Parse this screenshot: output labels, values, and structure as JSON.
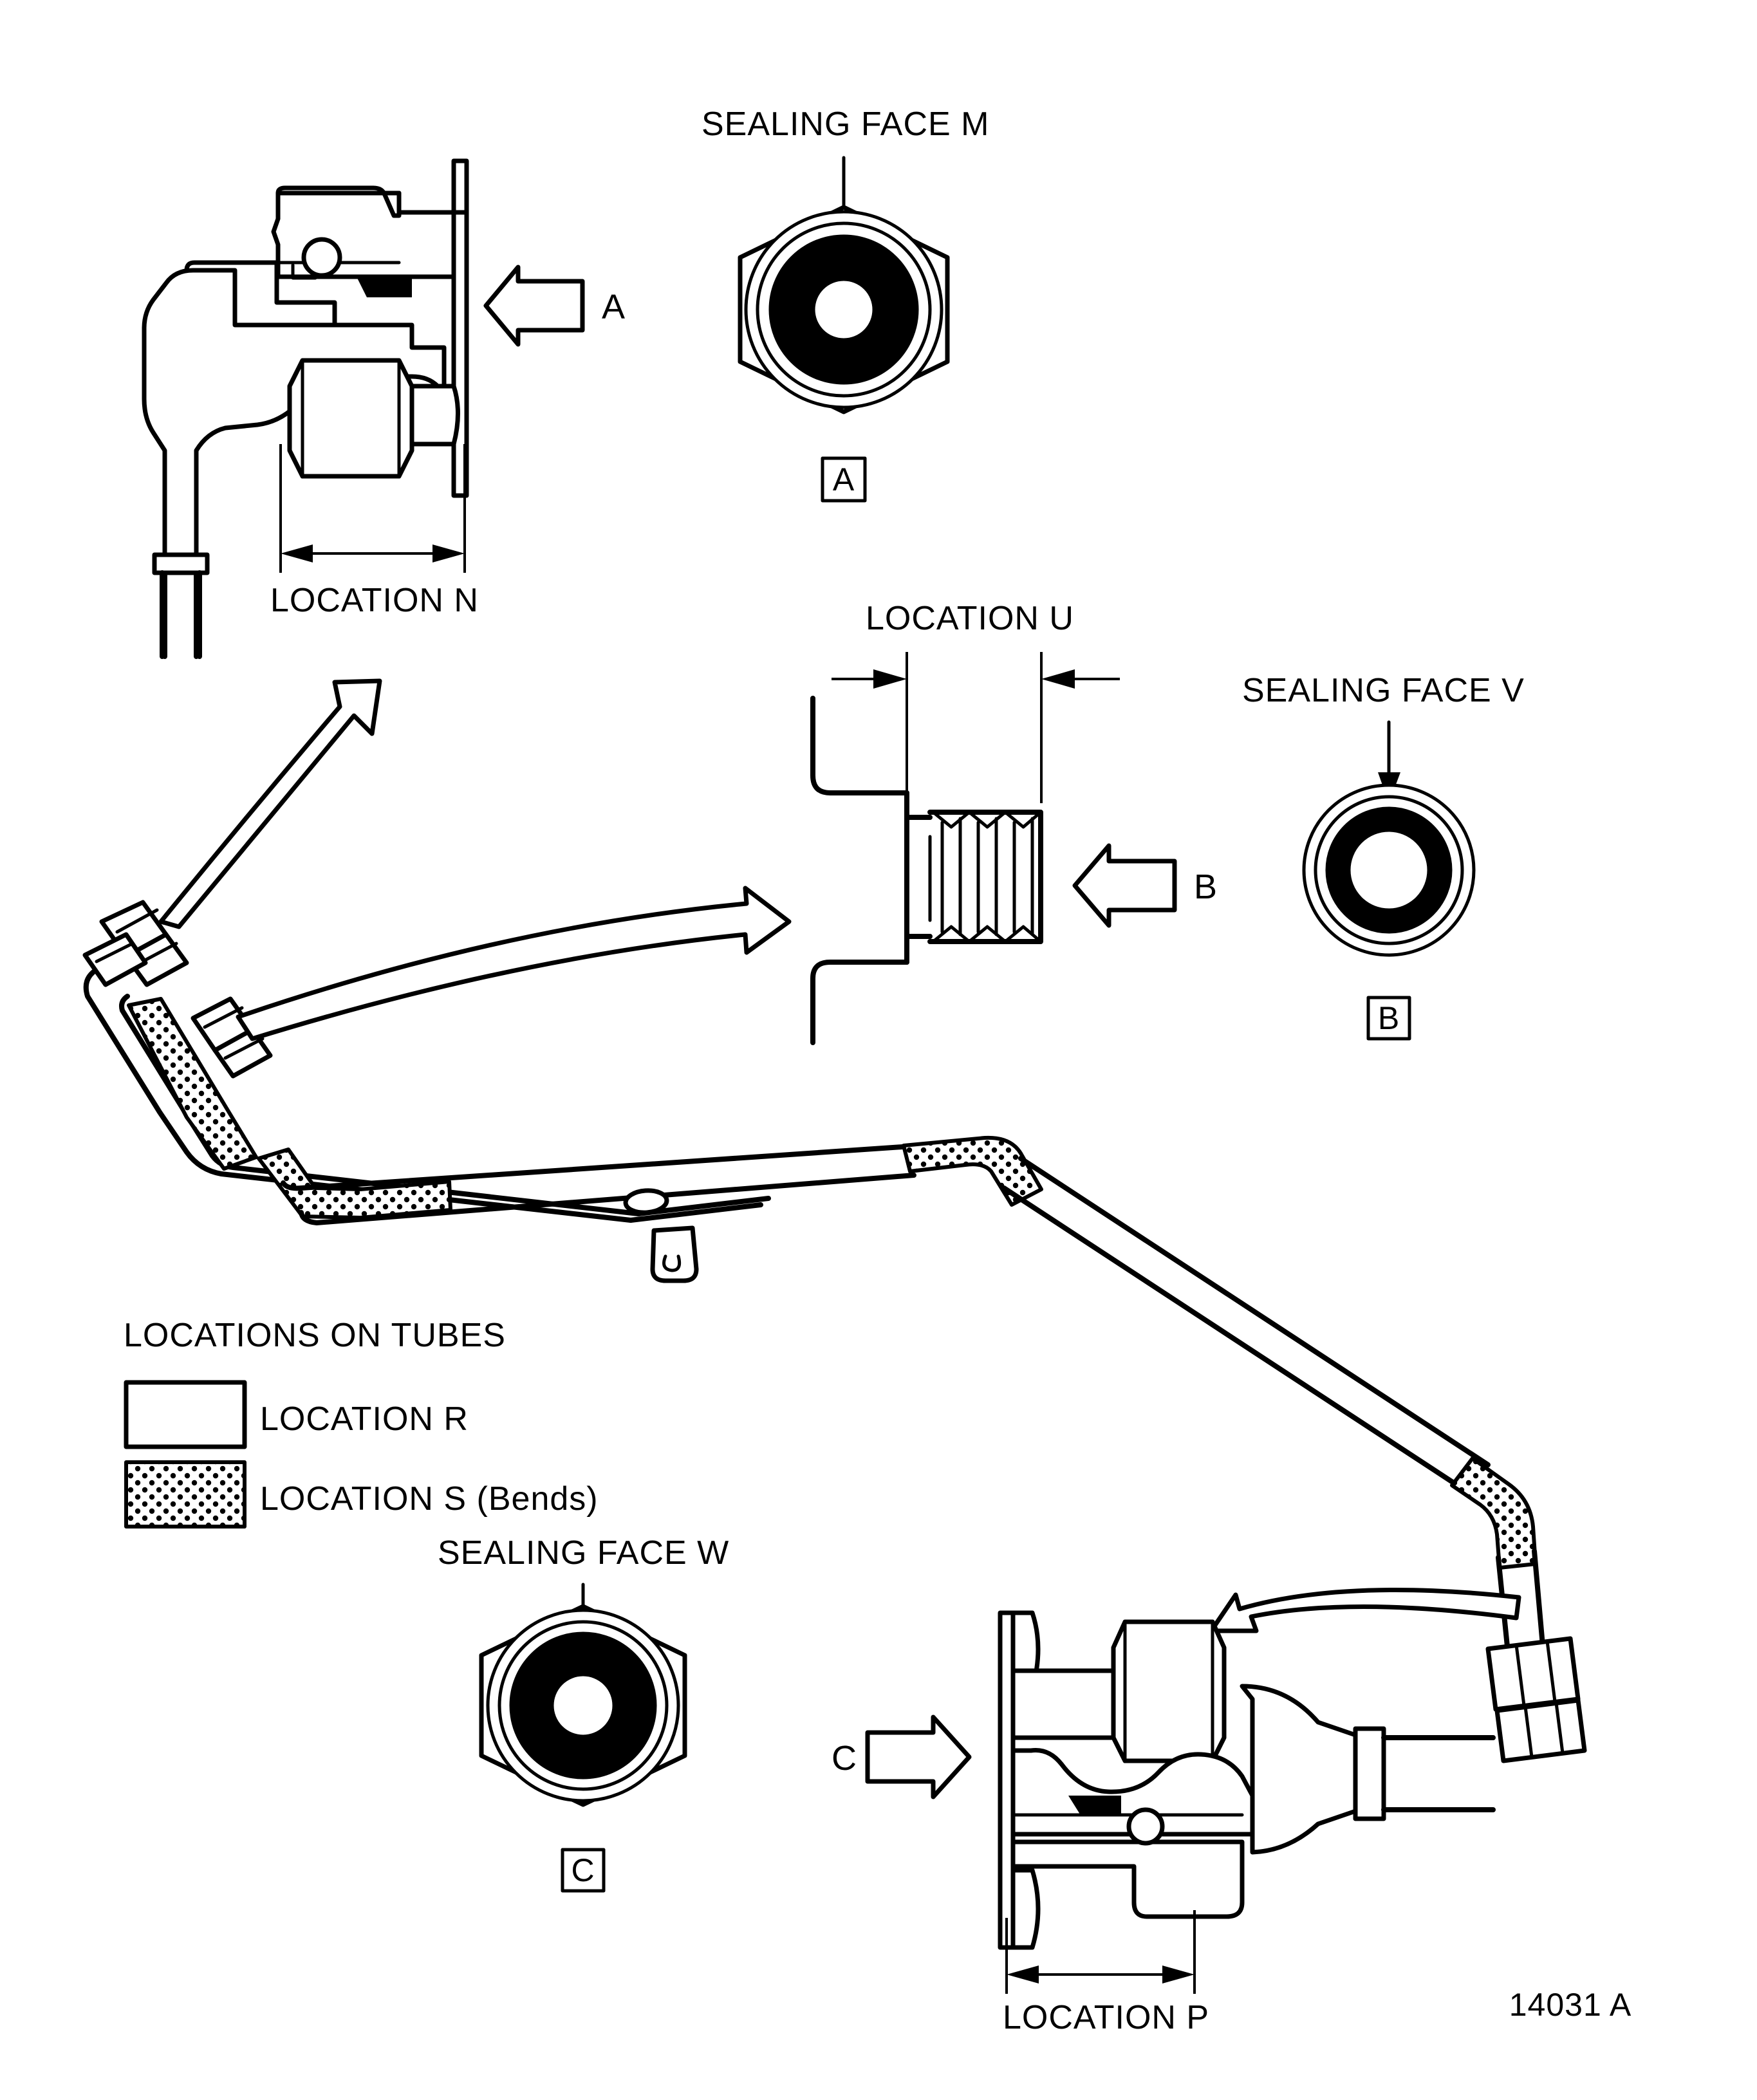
{
  "figure": {
    "number": "14031 A",
    "type": "technical-illustration",
    "description": "Tube assembly locations and sealing faces diagram"
  },
  "details": {
    "a": {
      "sealing_face_label": "SEALING FACE M",
      "view_arrow_letter": "A",
      "boxed_letter": "A",
      "dimension_label": "LOCATION N"
    },
    "b": {
      "sealing_face_label": "SEALING FACE V",
      "view_arrow_letter": "B",
      "boxed_letter": "B",
      "dimension_label": "LOCATION U"
    },
    "c": {
      "sealing_face_label": "SEALING FACE W",
      "view_arrow_letter": "C",
      "boxed_letter": "C",
      "dimension_label": "LOCATION P"
    }
  },
  "legend": {
    "title": "LOCATIONS ON TUBES",
    "items": [
      {
        "label": "LOCATION R",
        "swatch": "plain"
      },
      {
        "label": "LOCATION S (Bends)",
        "swatch": "stippled"
      }
    ]
  },
  "colors": {
    "ink": "#000000",
    "paper": "#ffffff"
  }
}
